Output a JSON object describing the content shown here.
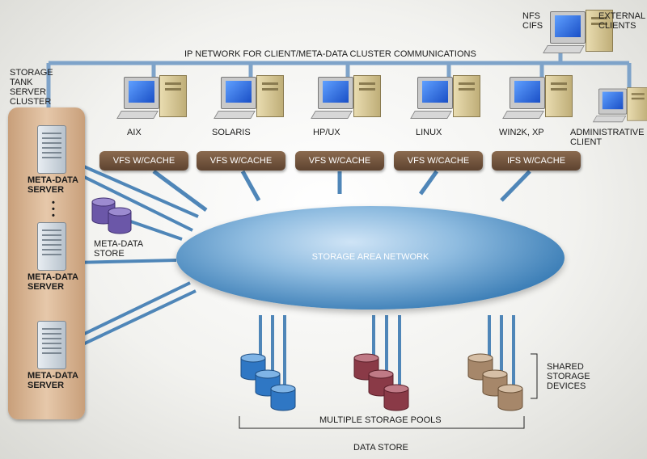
{
  "top_network_label": "IP NETWORK FOR CLIENT/META-DATA CLUSTER COMMUNICATIONS",
  "external": {
    "nfs_label": "NFS\nCIFS",
    "clients_label": "EXTERNAL\nCLIENTS"
  },
  "cluster_label": "STORAGE\nTANK\nSERVER\nCLUSTER",
  "clients": [
    {
      "label": "AIX",
      "driver": "VFS W/CACHE"
    },
    {
      "label": "SOLARIS",
      "driver": "VFS W/CACHE"
    },
    {
      "label": "HP/UX",
      "driver": "VFS W/CACHE"
    },
    {
      "label": "LINUX",
      "driver": "VFS W/CACHE"
    },
    {
      "label": "WIN2K, XP",
      "driver": "IFS W/CACHE"
    }
  ],
  "admin_client_label": "ADMINISTRATIVE\nCLIENT",
  "servers": [
    "META-DATA\nSERVER",
    "META-DATA\nSERVER",
    "META-DATA\nSERVER"
  ],
  "ellipsis": "•\n•\n•",
  "metadata_store_label": "META-DATA\nSTORE",
  "san_label": "STORAGE AREA NETWORK",
  "shared_devices_label": "SHARED\nSTORAGE\nDEVICES",
  "pools_label": "MULTIPLE STORAGE POOLS",
  "data_store_label": "DATA STORE",
  "colors": {
    "wire": "#4f86b8",
    "pool1": "#2f77c4",
    "pool2": "#8a3a47",
    "pool3": "#a6876a",
    "metastore": "#6b57a8"
  }
}
